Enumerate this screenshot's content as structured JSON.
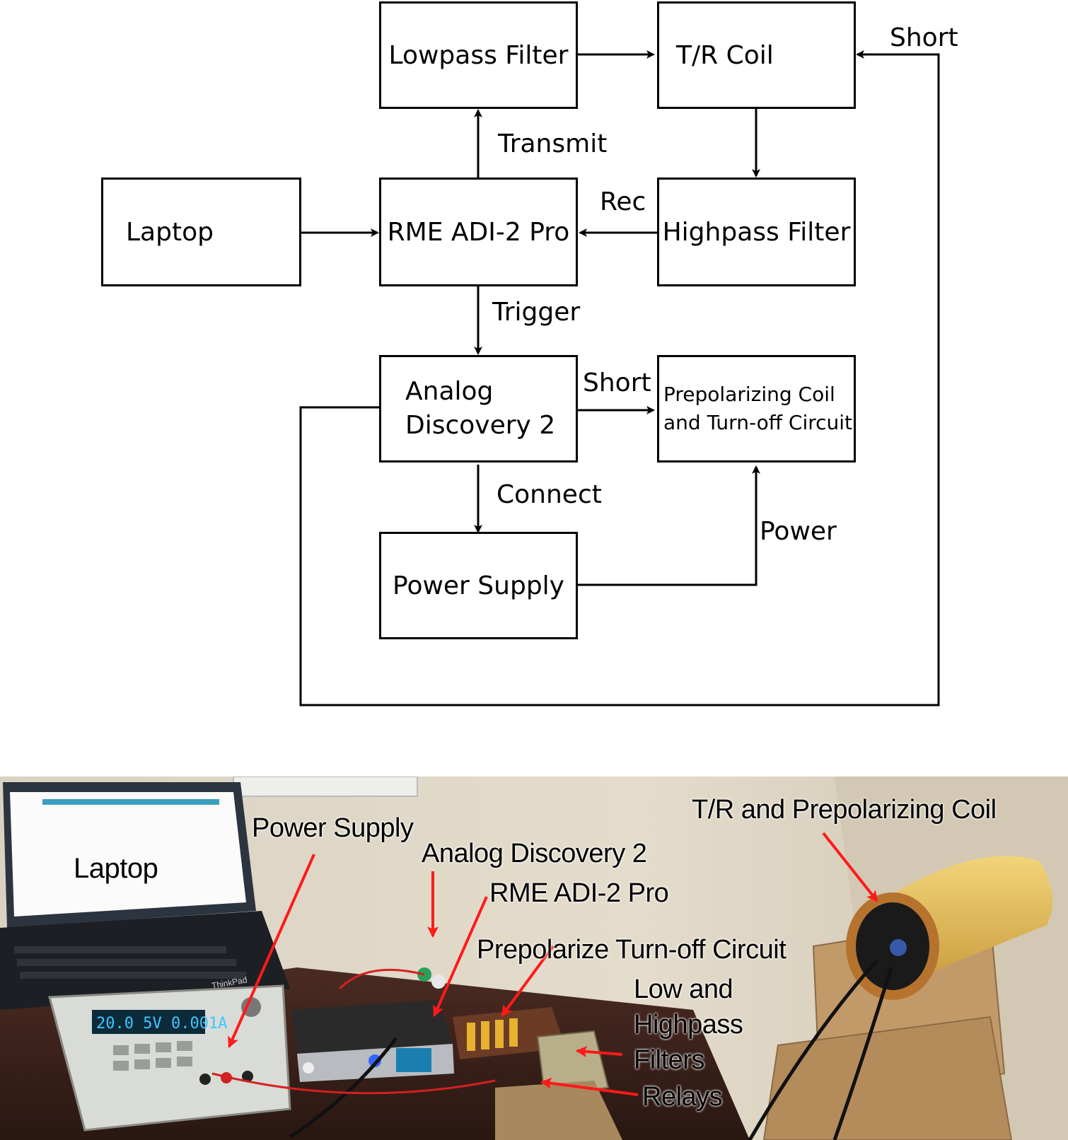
{
  "diagram": {
    "blocks": {
      "lowpass": "Lowpass Filter",
      "tr_coil": "T/R Coil",
      "laptop": "Laptop",
      "rme": "RME ADI-2 Pro",
      "highpass": "Highpass Filter",
      "analog_line1": "Analog",
      "analog_line2": "Discovery 2",
      "prepol_line1": "Prepolarizing Coil",
      "prepol_line2": "and Turn-off Circuit",
      "power_supply": "Power Supply"
    },
    "edges": {
      "transmit": "Transmit",
      "rec": "Rec",
      "trigger": "Trigger",
      "short_top": "Short",
      "short_mid": "Short",
      "connect": "Connect",
      "power": "Power"
    }
  },
  "photo": {
    "labels": {
      "laptop": "Laptop",
      "power_supply": "Power Supply",
      "analog_discovery": "Analog Discovery 2",
      "rme": "RME ADI-2 Pro",
      "prepolarize": "Prepolarize Turn-off Circuit",
      "filters_line1": "Low and",
      "filters_line2": "Highpass",
      "filters_line3": "Filters",
      "relays": "Relays",
      "coil": "T/R and Prepolarizing Coil"
    },
    "power_supply_display": "20.0 5V   0.001A",
    "laptop_brand": "ThinkPad"
  }
}
